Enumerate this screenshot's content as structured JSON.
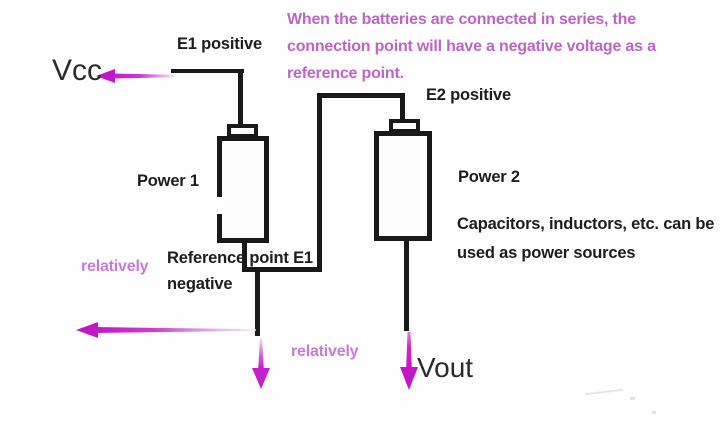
{
  "diagram": {
    "title_context": "Batteries connected in series voltage reference diagram",
    "annotation": {
      "lines": [
        "When the batteries are connected in series, the",
        "connection point will have a negative voltage as a",
        "reference point."
      ]
    },
    "labels": {
      "vcc": "Vcc",
      "vout": "Vout",
      "e1_positive": "E1 positive",
      "e2_positive": "E2 positive",
      "power1": "Power 1",
      "power2": "Power 2",
      "reference_line1": "Reference point E1",
      "reference_line2": "negative",
      "relatively_left": "relatively",
      "relatively_right": "relatively",
      "note_line1": "Capacitors, inductors, etc. can be",
      "note_line2": "used as power sources"
    },
    "components": {
      "battery1": "Power 1 battery (E1)",
      "battery2": "Power 2 battery (E2)"
    },
    "icons": {
      "vcc_arrow": "arrow-left-icon",
      "ground_arrow": "arrow-left-icon",
      "reference_arrow": "arrow-down-icon",
      "vout_arrow": "arrow-down-icon"
    },
    "colors": {
      "wire": "#191919",
      "label_text": "#1d1d1d",
      "annotation_text": "#bd64c6",
      "relatively_text": "#c979d7",
      "arrow_magenta": "#c316c9",
      "background": "#fefefe"
    }
  }
}
